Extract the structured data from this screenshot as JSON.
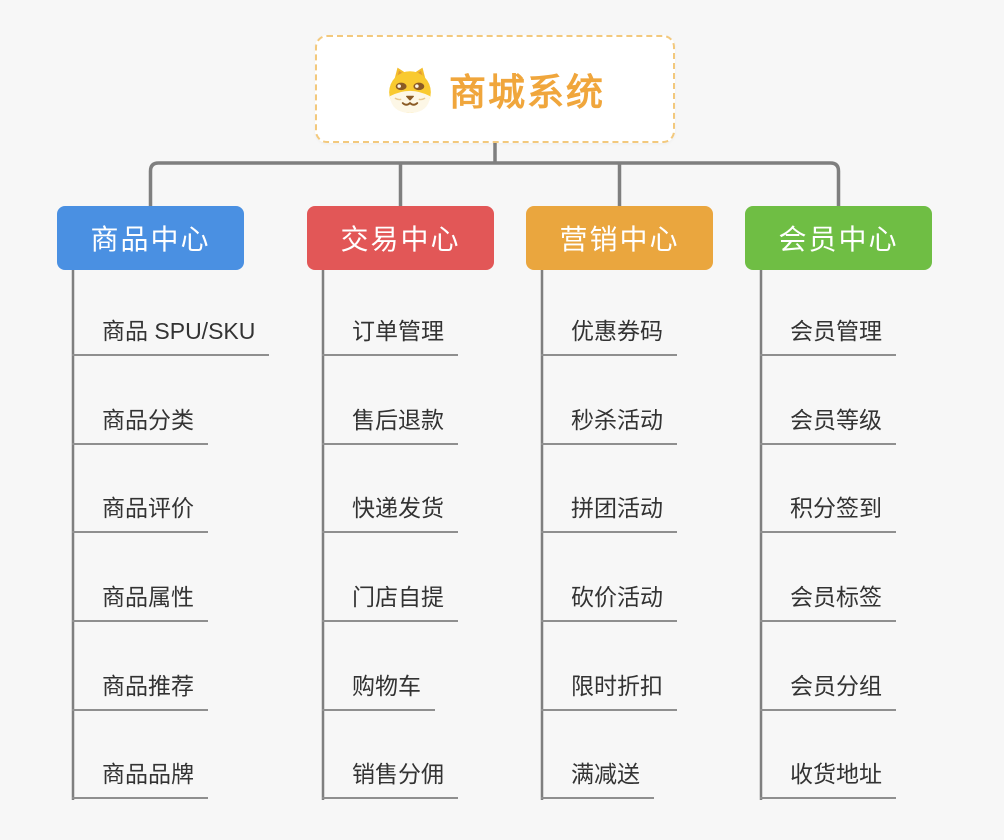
{
  "root": {
    "title": "商城系统",
    "icon": "dog-face-icon",
    "title_color": "#f0a63c",
    "border_color": "#f3c97d"
  },
  "connector_color": "#7f7f7f",
  "underline_color": "#8f8f8f",
  "background_color": "#f7f7f7",
  "branches": [
    {
      "label": "商品中心",
      "color": "#4a90e2",
      "children": [
        "商品 SPU/SKU",
        "商品分类",
        "商品评价",
        "商品属性",
        "商品推荐",
        "商品品牌"
      ]
    },
    {
      "label": "交易中心",
      "color": "#e25757",
      "children": [
        "订单管理",
        "售后退款",
        "快递发货",
        "门店自提",
        "购物车",
        "销售分佣"
      ]
    },
    {
      "label": "营销中心",
      "color": "#eaa63e",
      "children": [
        "优惠券码",
        "秒杀活动",
        "拼团活动",
        "砍价活动",
        "限时折扣",
        "满减送"
      ]
    },
    {
      "label": "会员中心",
      "color": "#6fbe44",
      "children": [
        "会员管理",
        "会员等级",
        "积分签到",
        "会员标签",
        "会员分组",
        "收货地址"
      ]
    }
  ]
}
